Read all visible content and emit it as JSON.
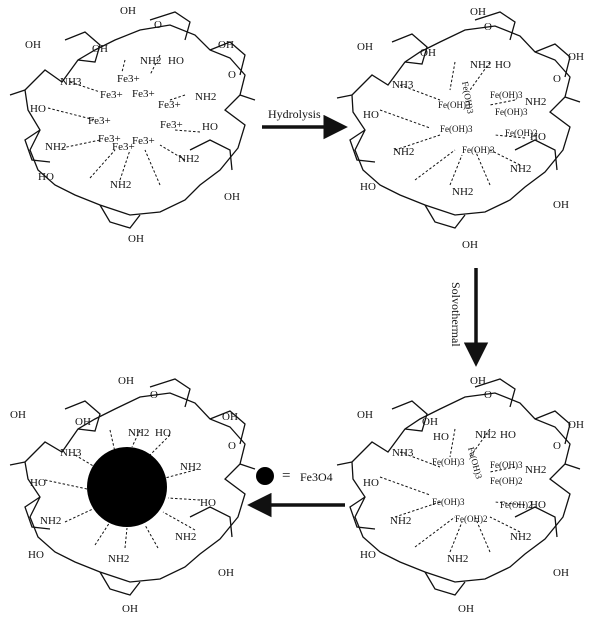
{
  "labels": {
    "oh": "OH",
    "o": "O",
    "nh2": "NH2",
    "nh3": "NH3",
    "fe3": "Fe3+",
    "feoh3": "Fe(OH)3",
    "feoh2": "Fe(OH)2",
    "ho": "HO"
  },
  "steps": {
    "hydrolysis": "Hydrolysis",
    "solvothermal": "Solvothermal"
  },
  "legend": {
    "equals": "=",
    "fe3o4": "Fe3O4"
  },
  "colors": {
    "ink": "#111111",
    "nanoparticle": "#000000",
    "background": "#ffffff"
  }
}
